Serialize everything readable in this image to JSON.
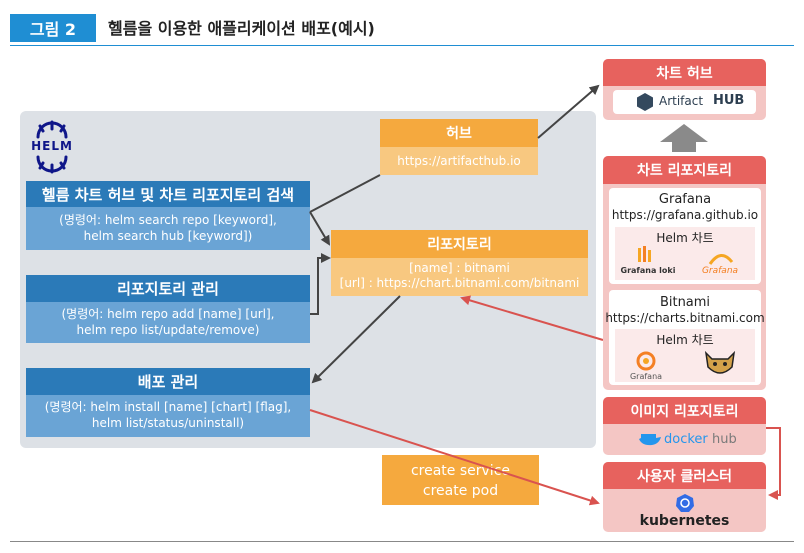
{
  "figure": {
    "label": "그림 2",
    "title": "헬름을 이용한 애플리케이션 배포(예시)"
  },
  "helm_logo": {
    "text": "HELM"
  },
  "search_box": {
    "title": "헬름 차트 허브 및 차트 리포지토리 검색",
    "line1": "(명령어: helm search repo [keyword],",
    "line2": "helm search hub [keyword])"
  },
  "repo_mgmt_box": {
    "title": "리포지토리 관리",
    "line1": "(명령어: helm repo add [name] [url],",
    "line2": "helm repo list/update/remove)"
  },
  "deploy_box": {
    "title": "배포 관리",
    "line1": "(명령어: helm install [name] [chart] [flag],",
    "line2": "helm list/status/uninstall)"
  },
  "hub_box": {
    "title": "허브",
    "url": "https://artifacthub.io"
  },
  "repository_box": {
    "title": "리포지토리",
    "line1": "[name] : bitnami",
    "line2": "[url] : https://chart.bitnami.com/bitnami"
  },
  "create_box": {
    "line1": "create service",
    "line2": "create pod"
  },
  "chart_hub": {
    "title": "차트 허브",
    "logo_text_a": "Artifact",
    "logo_text_b": "HUB"
  },
  "chart_repo": {
    "title": "차트 리포지토리",
    "grafana": {
      "name": "Grafana",
      "url": "https://grafana.github.io",
      "chart_label": "Helm 차트",
      "logo1": "Grafana loki",
      "logo2": "Grafana"
    },
    "bitnami": {
      "name": "Bitnami",
      "url": "https://charts.bitnami.com",
      "chart_label": "Helm 차트",
      "logo1": "Grafana"
    }
  },
  "image_repo": {
    "title": "이미지 리포지토리",
    "logo_text_a": "docker",
    "logo_text_b": "hub"
  },
  "user_cluster": {
    "title": "사용자 클러스터",
    "logo_text": "kubernetes"
  },
  "colors": {
    "blue": "#2b7ab8",
    "orange": "#f5a93e",
    "red": "#e7625e"
  }
}
